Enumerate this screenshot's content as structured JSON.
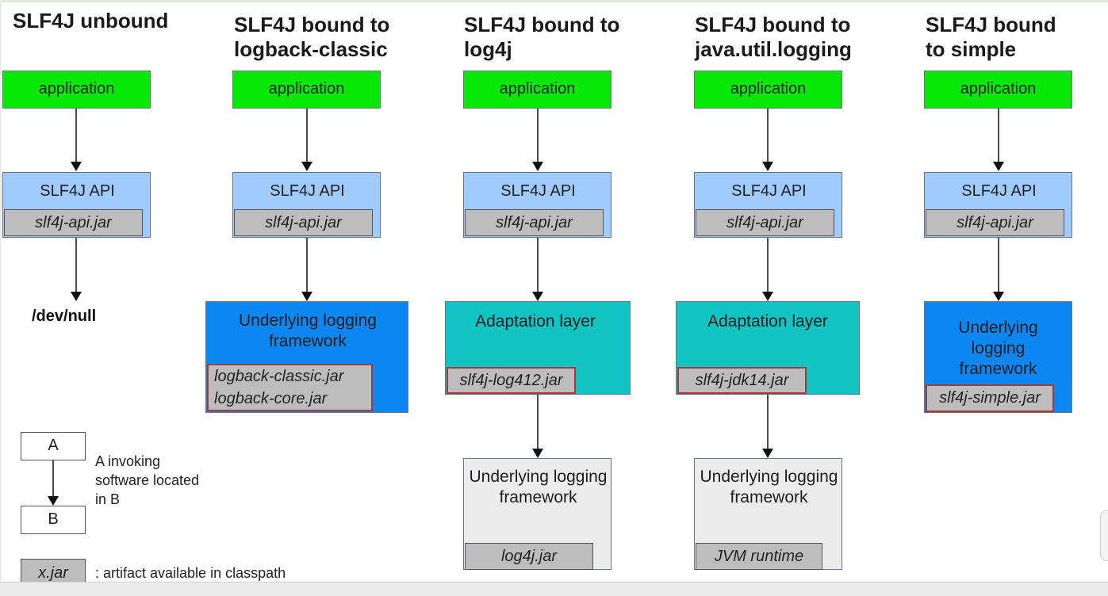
{
  "legend": {
    "box_a": "A",
    "box_b": "B",
    "invoke_text": "A invoking\nsoftware located\nin B",
    "jar_sample": "x.jar",
    "artifact_text": ": artifact available in classpath"
  },
  "columns": [
    {
      "title": "SLF4J unbound",
      "application": "application",
      "api": "SLF4J API",
      "api_jar": "slf4j-api.jar",
      "target": "/dev/null"
    },
    {
      "title": "SLF4J bound to logback-classic",
      "application": "application",
      "api": "SLF4J API",
      "api_jar": "slf4j-api.jar",
      "framework": "Underlying logging framework",
      "framework_jars": [
        "logback-classic.jar",
        "logback-core.jar"
      ]
    },
    {
      "title": "SLF4J bound to log4j",
      "application": "application",
      "api": "SLF4J API",
      "api_jar": "slf4j-api.jar",
      "adaptation": "Adaptation layer",
      "adaptation_jar": "slf4j-log412.jar",
      "framework": "Underlying logging framework",
      "framework_jar": "log4j.jar"
    },
    {
      "title": "SLF4J bound to java.util.logging",
      "application": "application",
      "api": "SLF4J API",
      "api_jar": "slf4j-api.jar",
      "adaptation": "Adaptation layer",
      "adaptation_jar": "slf4j-jdk14.jar",
      "framework": "Underlying logging framework",
      "framework_jar": "JVM runtime"
    },
    {
      "title": "SLF4J bound to simple",
      "application": "application",
      "api": "SLF4J API",
      "api_jar": "slf4j-api.jar",
      "framework": "Underlying logging framework",
      "framework_jar": "slf4j-simple.jar"
    }
  ],
  "colors": {
    "application": "#06e806",
    "api": "#9fcbff",
    "jar": "#bdbdbd",
    "framework_blue": "#0c86f0",
    "adaptation": "#10c4c4",
    "framework_gray": "#ececec"
  }
}
